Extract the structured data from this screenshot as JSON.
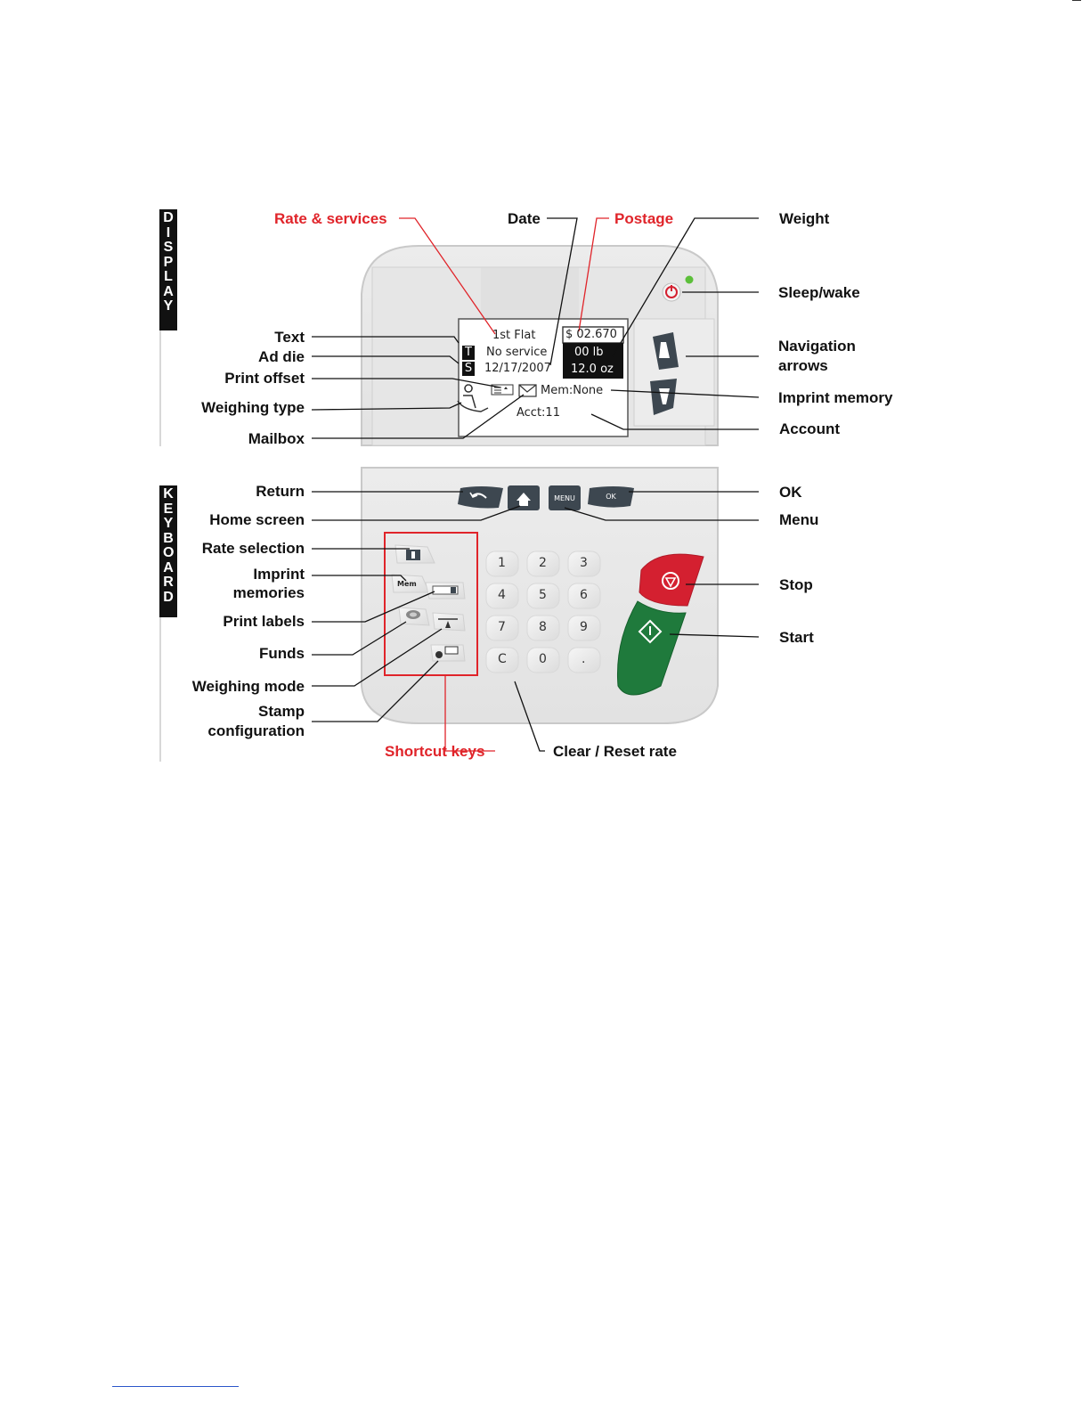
{
  "side_tabs": {
    "display": "DISPLAY",
    "keyboard": "KEYBOARD"
  },
  "callouts": {
    "rate_services": "Rate & services",
    "date": "Date",
    "postage": "Postage",
    "weight": "Weight",
    "sleep_wake": "Sleep/wake",
    "navigation_arrows_1": "Navigation",
    "navigation_arrows_2": "arrows",
    "text": "Text",
    "ad_die": "Ad die",
    "print_offset": "Print offset",
    "imprint_memory": "Imprint memory",
    "weighing_type": "Weighing type",
    "account": "Account",
    "mailbox": "Mailbox",
    "return": "Return",
    "ok": "OK",
    "home_screen": "Home screen",
    "menu": "Menu",
    "rate_selection": "Rate selection",
    "imprint_memories_1": "Imprint",
    "imprint_memories_2": "memories",
    "stop": "Stop",
    "print_labels": "Print labels",
    "start": "Start",
    "funds": "Funds",
    "weighing_mode": "Weighing mode",
    "stamp_configuration_1": "Stamp",
    "stamp_configuration_2": "configuration",
    "shortcut_keys": "Shortcut keys",
    "clear_reset": "Clear / Reset rate"
  },
  "lcd": {
    "service_class": "1st  Flat",
    "postage": "$ 02.670",
    "text_flag": "T",
    "ad_flag": "S",
    "service": "No service",
    "weight_lb": "00 lb",
    "date": "12/17/2007",
    "weight_oz": "12.0 oz",
    "memory": "Mem:None",
    "account": "Acct:11"
  },
  "keys": {
    "menu_key": "MENU",
    "ok_key": "OK",
    "mem_key": "Mem",
    "digits": [
      "1",
      "2",
      "3",
      "4",
      "5",
      "6",
      "7",
      "8",
      "9",
      "C",
      "0",
      "."
    ]
  },
  "colors": {
    "red_accent": "#e0242a",
    "stop_red": "#d42030",
    "start_green": "#1f7a3c",
    "led_green": "#5cbf3a"
  }
}
